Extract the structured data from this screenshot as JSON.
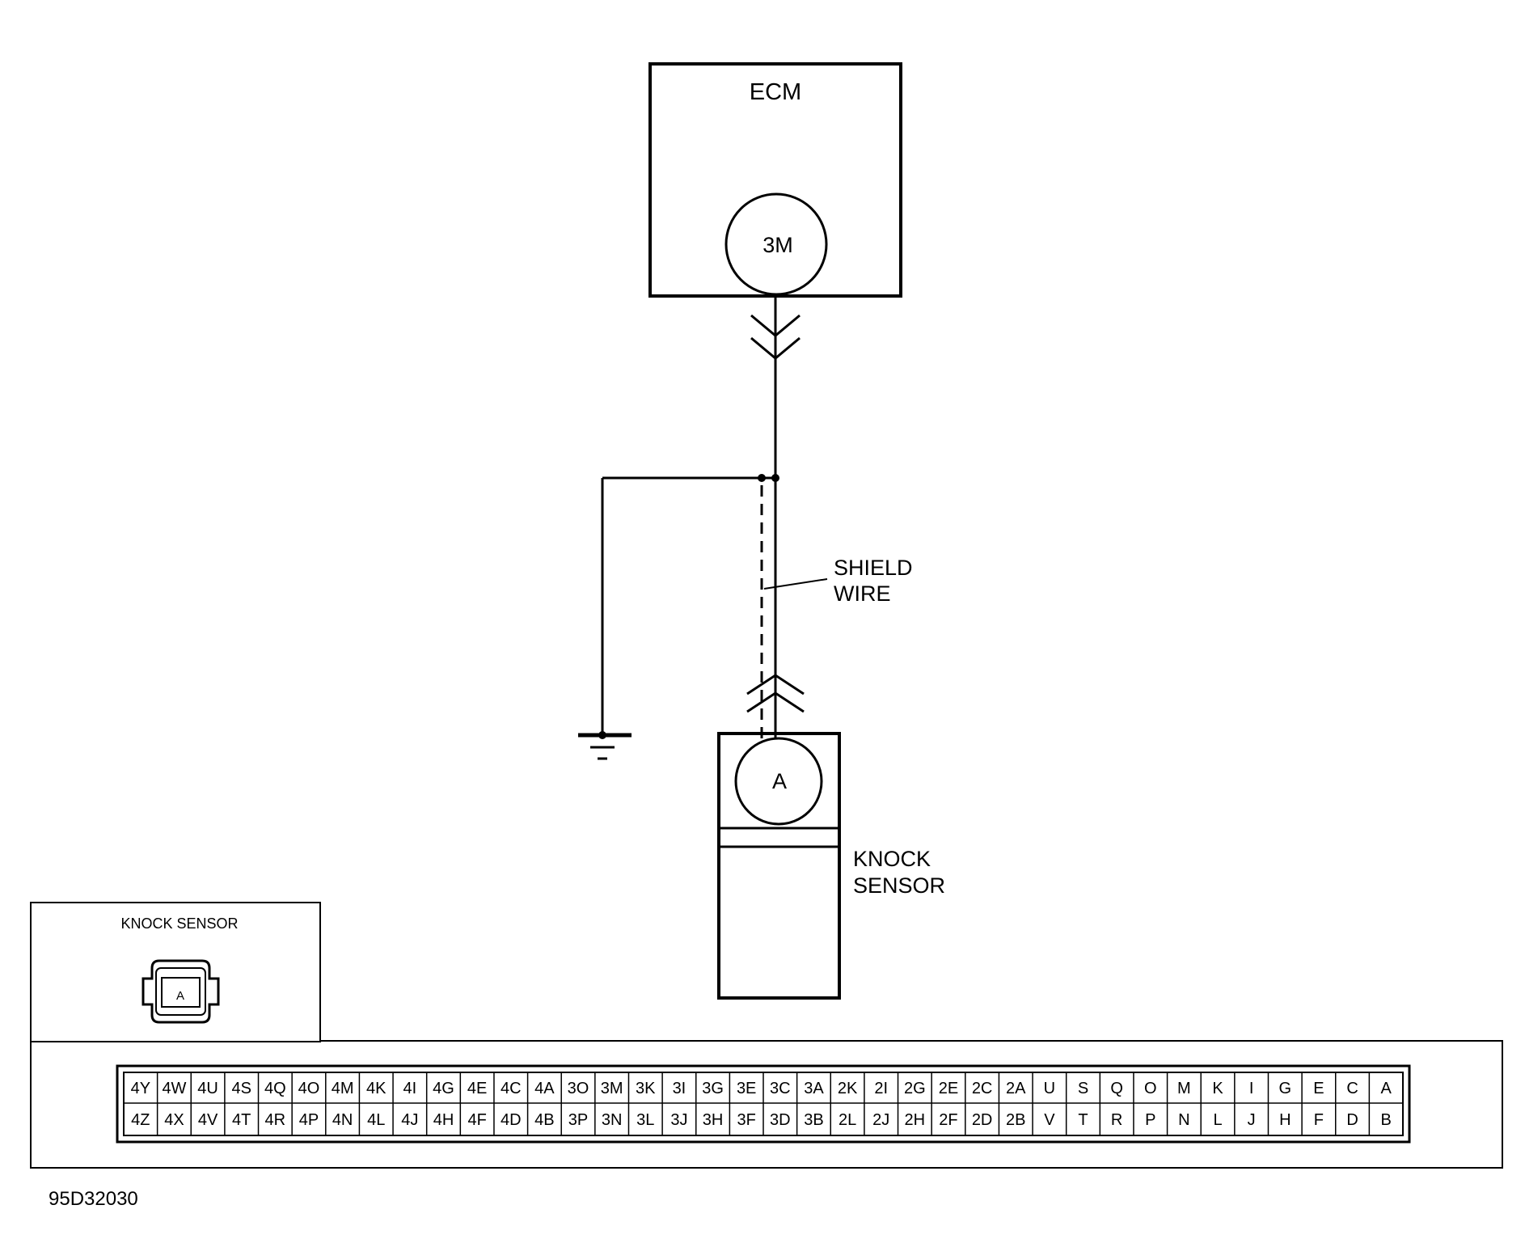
{
  "diagram": {
    "ecm_label": "ECM",
    "ecm_terminal": "3M",
    "shield_label_line1": "SHIELD",
    "shield_label_line2": "WIRE",
    "sensor_terminal": "A",
    "sensor_label_line1": "KNOCK",
    "sensor_label_line2": "SENSOR",
    "connector_view_title": "KNOCK SENSOR",
    "connector_view_pin": "A",
    "figure_code": "95D32030"
  },
  "ecm_connector": {
    "top_row": [
      "4Y",
      "4W",
      "4U",
      "4S",
      "4Q",
      "4O",
      "4M",
      "4K",
      "4I",
      "4G",
      "4E",
      "4C",
      "4A",
      "3O",
      "3M",
      "3K",
      "3I",
      "3G",
      "3E",
      "3C",
      "3A",
      "2K",
      "2I",
      "2G",
      "2E",
      "2C",
      "2A",
      "U",
      "S",
      "Q",
      "O",
      "M",
      "K",
      "I",
      "G",
      "E",
      "C",
      "A"
    ],
    "bottom_row": [
      "4Z",
      "4X",
      "4V",
      "4T",
      "4R",
      "4P",
      "4N",
      "4L",
      "4J",
      "4H",
      "4F",
      "4D",
      "4B",
      "3P",
      "3N",
      "3L",
      "3J",
      "3H",
      "3F",
      "3D",
      "3B",
      "2L",
      "2J",
      "2H",
      "2F",
      "2D",
      "2B",
      "V",
      "T",
      "R",
      "P",
      "N",
      "L",
      "J",
      "H",
      "F",
      "D",
      "B"
    ]
  }
}
